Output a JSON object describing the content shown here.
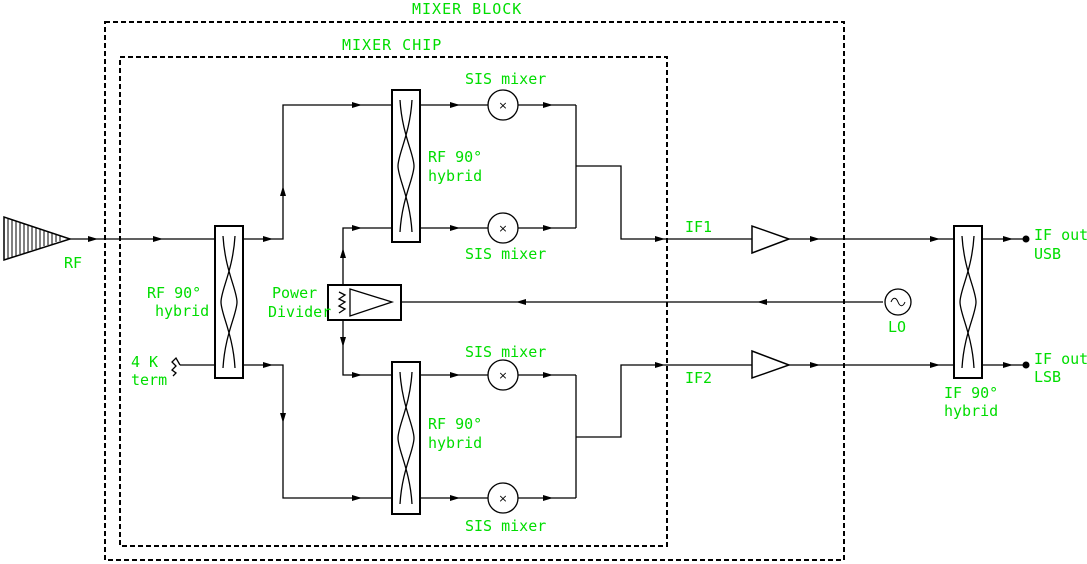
{
  "labels": {
    "mixer_block": "MIXER BLOCK",
    "mixer_chip": "MIXER CHIP",
    "rf": "RF",
    "rf_hybrid_line1": "RF 90°",
    "rf_hybrid_line2": "hybrid",
    "term_line1": "4 K",
    "term_line2": "term",
    "power_divider_line1": "Power",
    "power_divider_line2": "Divider",
    "sis_mixer": "SIS mixer",
    "if1": "IF1",
    "if2": "IF2",
    "lo": "LO",
    "if_hybrid_line1": "IF 90°",
    "if_hybrid_line2": "hybrid",
    "if_out_line1": "IF out",
    "usb": "USB",
    "lsb": "LSB"
  },
  "colors": {
    "label": "#00dd00",
    "line": "#000000",
    "background": "#ffffff"
  }
}
